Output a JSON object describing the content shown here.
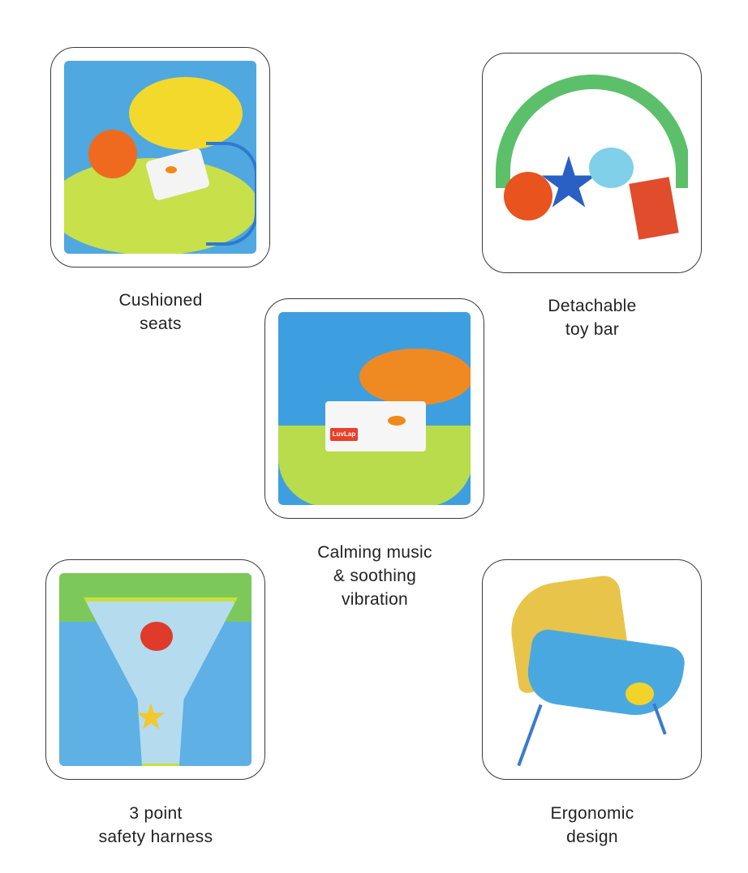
{
  "features": [
    {
      "label": "Cushioned\nseats",
      "image": "cushioned-seat-closeup"
    },
    {
      "label": "Detachable\ntoy bar",
      "image": "toy-bar-closeup"
    },
    {
      "label": "Calming music\n& soothing\nvibration",
      "image": "music-unit-closeup",
      "brand": "LuvLap"
    },
    {
      "label": "3 point\nsafety harness",
      "image": "harness-closeup"
    },
    {
      "label": "Ergonomic\ndesign",
      "image": "bouncer-full-view"
    }
  ]
}
